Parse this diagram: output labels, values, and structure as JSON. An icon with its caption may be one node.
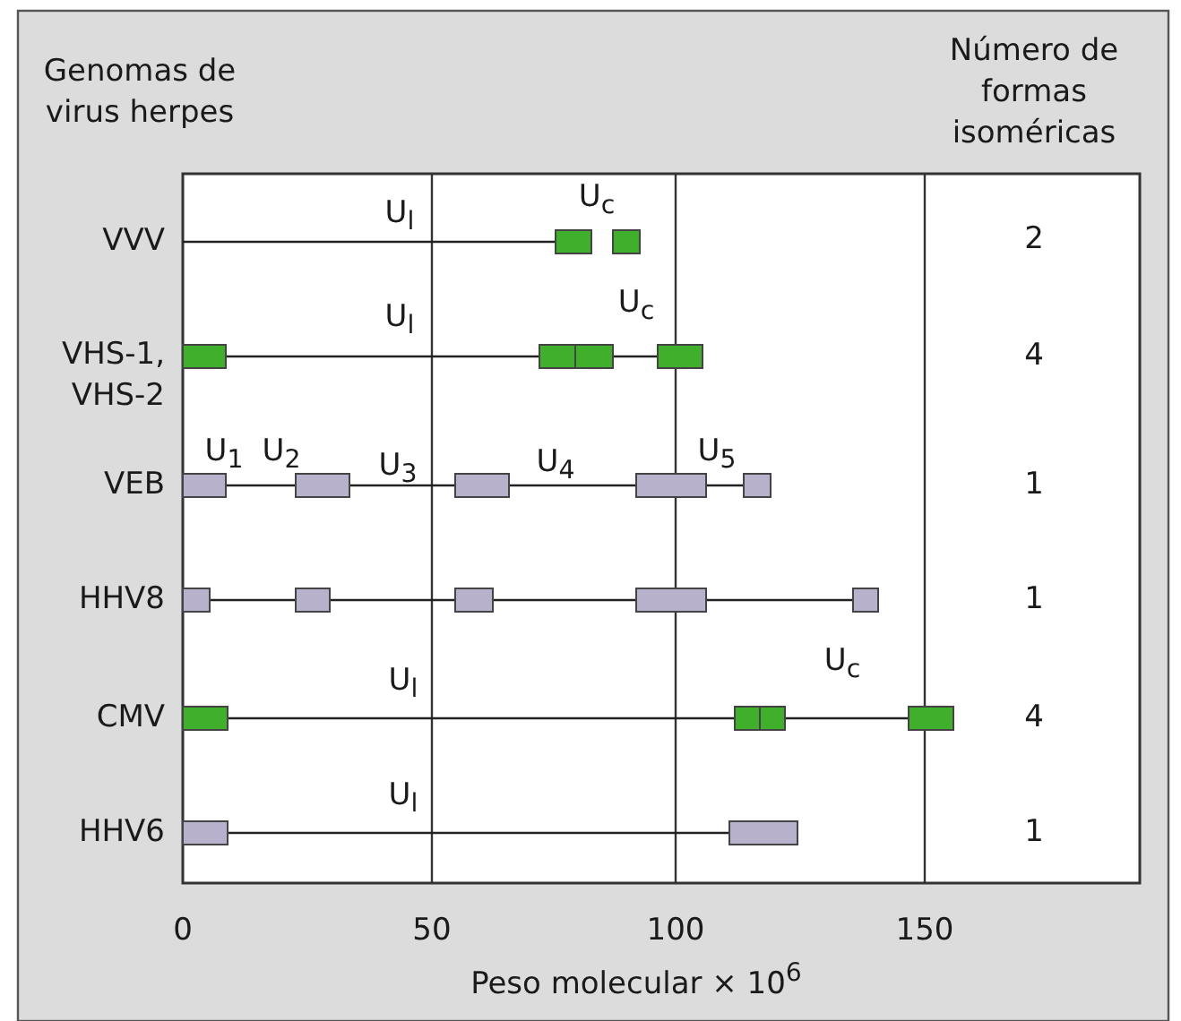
{
  "diagram": {
    "labels": [
      "Genomas de virus herpes",
      "Número de formas isoméricas",
      "U$_{c}$",
      "VVV",
      "U$_{l}$",
      "2",
      "U$_{l}$",
      "U$_{c}$",
      "VHS-1, VHS-2",
      "4",
      "U$_{1}$",
      "U$_{2}$",
      "U$_{3}$",
      "U$_{4}$",
      "U$_{5}$",
      "VEB",
      "1",
      "HHV8",
      "1",
      "U$_{l}$",
      "U$_{c}$",
      "CMV",
      "4",
      "U$_{l}$",
      "HHV6",
      "1",
      "0",
      "50",
      "100",
      "150",
      "Peso molecular × 10$^{6}$"
    ]
  }
}
